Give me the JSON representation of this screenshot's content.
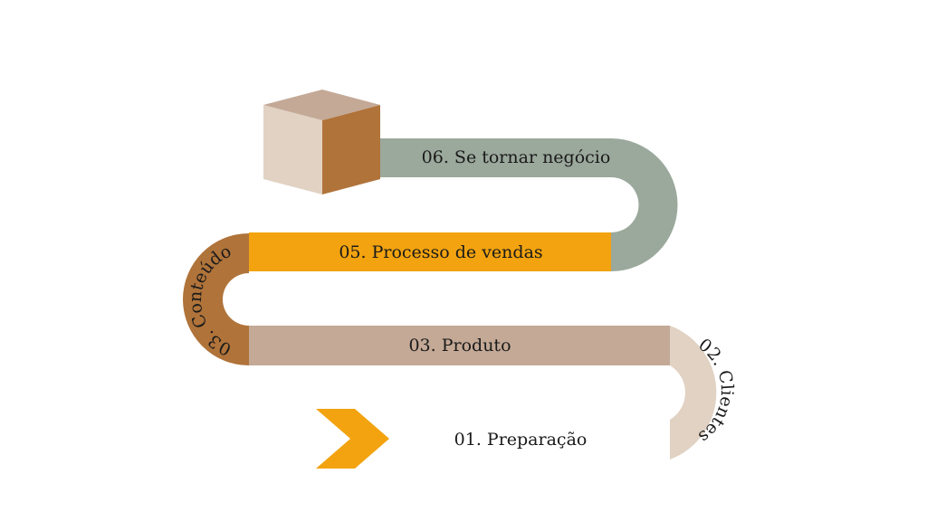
{
  "steps": {
    "s01": {
      "label": "01. Preparação",
      "color": "#F2A30F"
    },
    "s02": {
      "label": "02. Clientes",
      "color": "#E1D2C3"
    },
    "s03": {
      "label": "03. Produto",
      "color": "#C3A996"
    },
    "s04": {
      "label": "03. Conteúdo",
      "color": "#B0733A"
    },
    "s05": {
      "label": "05. Processo de vendas",
      "color": "#F2A30F"
    },
    "s06": {
      "label": "06. Se tornar negócio",
      "color": "#9BA89C"
    }
  },
  "cube": {
    "top_color": "#C3A996",
    "left_color": "#E1D2C3",
    "right_color": "#B0733A"
  }
}
